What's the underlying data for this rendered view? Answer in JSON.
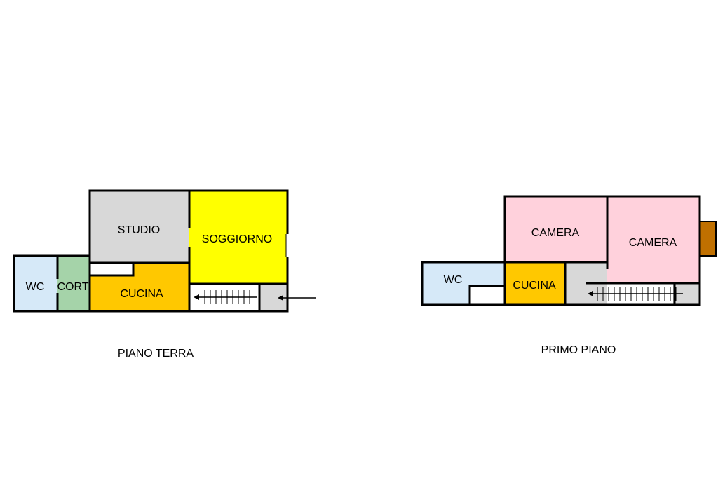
{
  "floors": {
    "ground": {
      "caption": "PIANO TERRA",
      "rooms": {
        "wc": "WC",
        "cort": "CORT",
        "studio": "STUDIO",
        "soggiorno": "SOGGIORNO",
        "cucina": "CUCINA"
      }
    },
    "first": {
      "caption": "PRIMO PIANO",
      "rooms": {
        "wc": "WC",
        "camera_left": "CAMERA",
        "camera_right": "CAMERA",
        "cucina": "CUCINA"
      }
    }
  },
  "colors": {
    "wc": "#d6e9f8",
    "cort": "#a5d3a9",
    "studio": "#d8d8d8",
    "soggiorno": "#ffff00",
    "cucina": "#ffc800",
    "camera": "#ffd1dc",
    "stair_landing": "#d8d8d8",
    "chimney": "#c07000"
  },
  "icons": [
    "entrance-arrow-icon",
    "stair-arrow-icon"
  ]
}
